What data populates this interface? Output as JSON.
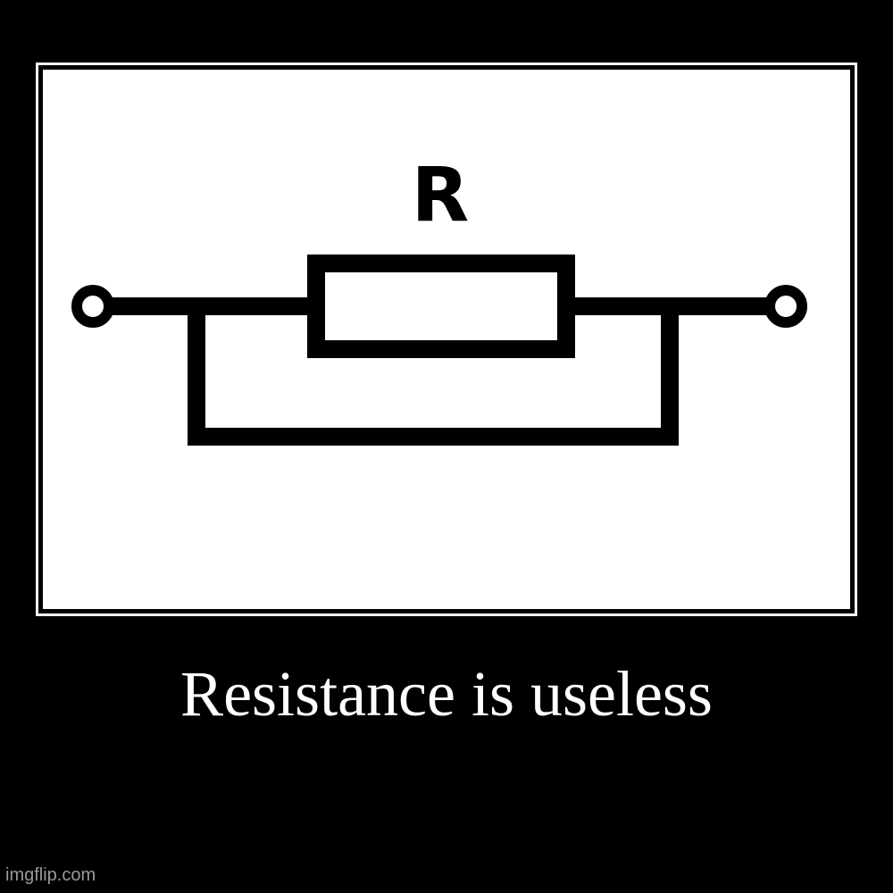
{
  "diagram": {
    "resistor_label": "R",
    "stroke_color": "#000000",
    "background_color": "#ffffff"
  },
  "caption": {
    "text": "Resistance is useless",
    "color": "#ffffff"
  },
  "watermark": {
    "text": "imgflip.com"
  }
}
